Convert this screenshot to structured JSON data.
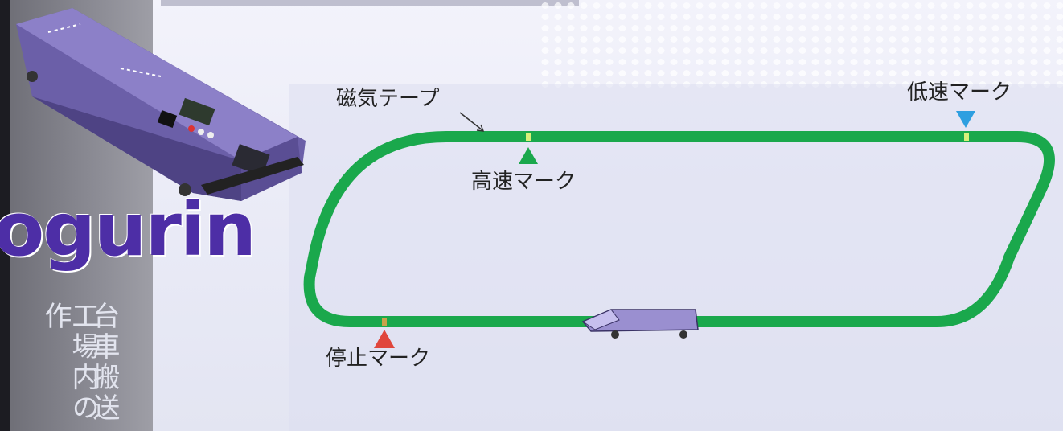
{
  "brand": {
    "name": "ogurin",
    "vertical_text": [
      "台車搬送",
      "工場内の作"
    ]
  },
  "diagram": {
    "labels": {
      "magnetic_tape": "磁気テープ",
      "high_speed_mark": "高速マーク",
      "low_speed_mark": "低速マーク",
      "stop_mark": "停止マーク"
    },
    "colors": {
      "track": "#1aa84c",
      "high_speed_marker": "#1aa84c",
      "low_speed_marker": "#2e9fe0",
      "stop_marker": "#e0463c",
      "vehicle": "#9a8fd0"
    }
  }
}
